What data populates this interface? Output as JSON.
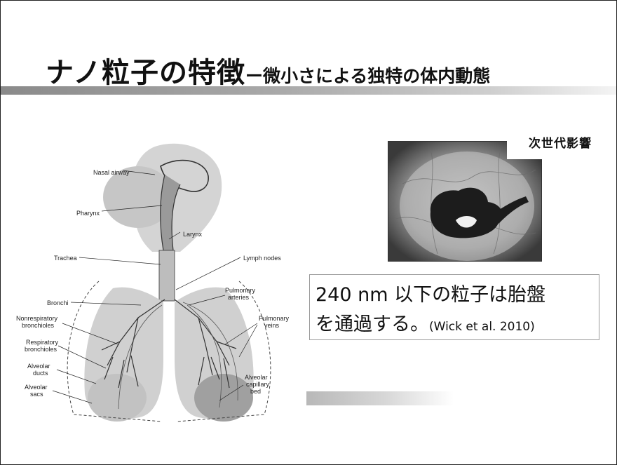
{
  "title": {
    "main": "ナノ粒子の特徴",
    "sub": "ー微小さによる独特の体内動態"
  },
  "diagram": {
    "labels": {
      "nasal_airway": "Nasal airway",
      "pharynx": "Pharynx",
      "larynx": "Larynx",
      "trachea": "Trachea",
      "lymph_nodes": "Lymph nodes",
      "bronchi": "Bronchi",
      "pulmonary_arteries_1": "Pulmonary",
      "pulmonary_arteries_2": "arteries",
      "nonresp_1": "Nonrespiratory",
      "nonresp_2": "bronchioles",
      "pulmonary_veins_1": "Pulmonary",
      "pulmonary_veins_2": "veins",
      "resp_1": "Respiratory",
      "resp_2": "bronchioles",
      "alv_ducts_1": "Alveolar",
      "alv_ducts_2": "ducts",
      "alv_sacs_1": "Alveolar",
      "alv_sacs_2": "sacs",
      "alv_cap_1": "Alveolar",
      "alv_cap_2": "capillary",
      "alv_cap_3": "bed"
    }
  },
  "photo": {
    "label": "次世代影響"
  },
  "callout": {
    "line1": "240 nm 以下の粒子は胎盤",
    "line2_main": "を通過する。",
    "line2_cite": "(Wick et al. 2010)"
  }
}
